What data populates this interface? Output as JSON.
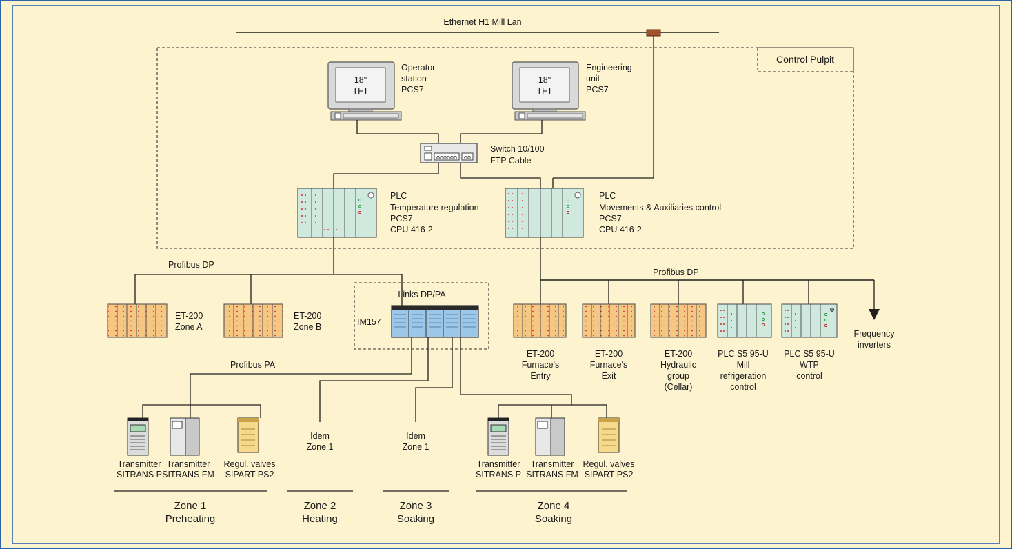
{
  "network": {
    "ethernet_label": "Ethernet H1 Mill Lan",
    "control_pulpit_label": "Control Pulpit"
  },
  "stations": {
    "operator": {
      "screen_l1": "18\"",
      "screen_l2": "TFT",
      "l1": "Operator",
      "l2": "station",
      "l3": "PCS7"
    },
    "engineering": {
      "screen_l1": "18\"",
      "screen_l2": "TFT",
      "l1": "Engineering",
      "l2": "unit",
      "l3": "PCS7"
    }
  },
  "switch": {
    "l1": "Switch 10/100",
    "l2": "FTP Cable"
  },
  "plc_temp": {
    "l1": "PLC",
    "l2": "Temperature regulation",
    "l3": "PCS7",
    "l4": "CPU 416-2"
  },
  "plc_move": {
    "l1": "PLC",
    "l2": "Movements & Auxiliaries control",
    "l3": "PCS7",
    "l4": "CPU 416-2"
  },
  "profibus_dp_left": "Profibus DP",
  "profibus_dp_right": "Profibus DP",
  "profibus_pa": "Profibus PA",
  "et200_a": {
    "l1": "ET-200",
    "l2": "Zone A"
  },
  "et200_b": {
    "l1": "ET-200",
    "l2": "Zone B"
  },
  "links": {
    "title": "Links DP/PA",
    "module": "IM157"
  },
  "right_devices": {
    "entry": {
      "l1": "ET-200",
      "l2": "Furnace's",
      "l3": "Entry"
    },
    "exit": {
      "l1": "ET-200",
      "l2": "Furnace's",
      "l3": "Exit"
    },
    "hydraulic": {
      "l1": "ET-200",
      "l2": "Hydraulic",
      "l3": "group",
      "l4": "(Cellar)"
    },
    "mill": {
      "l1": "PLC S5 95-U",
      "l2": "Mill",
      "l3": "refrigeration",
      "l4": "control"
    },
    "wtp": {
      "l1": "PLC S5 95-U",
      "l2": "WTP",
      "l3": "control"
    },
    "inverters": {
      "l1": "Frequency",
      "l2": "inverters"
    }
  },
  "field_devices_z1": {
    "t1": {
      "l1": "Transmitter",
      "l2": "SITRANS P"
    },
    "t2": {
      "l1": "Transmitter",
      "l2": "SITRANS FM"
    },
    "t3": {
      "l1": "Regul. valves",
      "l2": "SIPART PS2"
    }
  },
  "field_devices_z4": {
    "t1": {
      "l1": "Transmitter",
      "l2": "SITRANS P"
    },
    "t2": {
      "l1": "Transmitter",
      "l2": "SITRANS FM"
    },
    "t3": {
      "l1": "Regul. valves",
      "l2": "SIPART PS2"
    }
  },
  "idem": {
    "z2": {
      "l1": "Idem",
      "l2": "Zone 1"
    },
    "z3": {
      "l1": "Idem",
      "l2": "Zone 1"
    }
  },
  "zones": {
    "z1": {
      "l1": "Zone 1",
      "l2": "Preheating"
    },
    "z2": {
      "l1": "Zone 2",
      "l2": "Heating"
    },
    "z3": {
      "l1": "Zone 3",
      "l2": "Soaking"
    },
    "z4": {
      "l1": "Zone 4",
      "l2": "Soaking"
    }
  },
  "colors": {
    "background": "#fdf3cf",
    "frame": "#2a66a8",
    "plc_body": "#cfe9df",
    "et200_body": "#f5c783",
    "module_blue": "#9cc7e8",
    "valve_yellow": "#f7d98b"
  }
}
